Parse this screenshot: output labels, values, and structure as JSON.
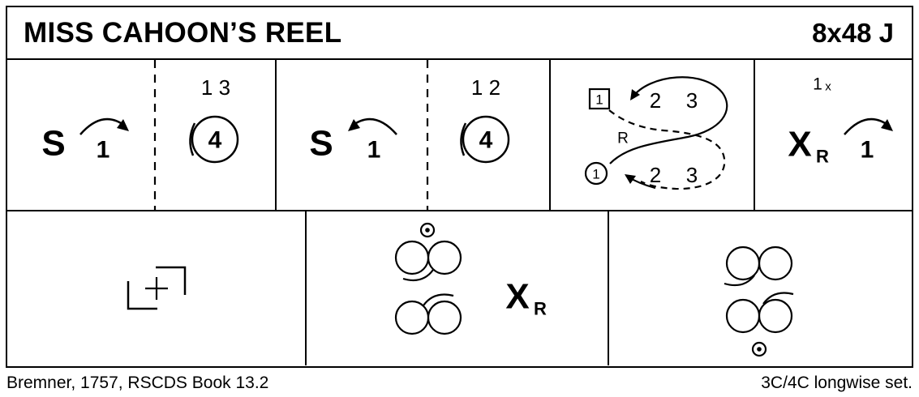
{
  "header": {
    "title": "MISS CAHOON’S REEL",
    "repeat": "8x48 J"
  },
  "bars": {
    "b1": {
      "set": "S",
      "turn_num": "1",
      "turn_icon": "turn-right-arrow",
      "with_couples": "1 3",
      "circle_num": "4",
      "circle_icon": "circle-hands-round"
    },
    "b2": {
      "set": "S",
      "turn_num": "1",
      "turn_icon": "turn-left-arrow",
      "with_couples": "1 2",
      "circle_num": "4",
      "circle_icon": "circle-hands-round"
    },
    "b3": {
      "man": "1",
      "woman": "1",
      "reel": "R",
      "top_dancers": [
        "2",
        "3"
      ],
      "bottom_dancers": [
        "2",
        "3"
      ],
      "icon": "serpentine-reel-path"
    },
    "b4": {
      "couples_num": "1",
      "crossed_mark": "x",
      "cross": "X",
      "cross_hand": "R",
      "turn_num": "1",
      "turn_icon": "turn-right-arrow"
    },
    "b5": {
      "icon": "rights-and-lefts"
    },
    "b6": {
      "icon": "allemande-couples",
      "marker": "top-of-set-marker",
      "cross": "X",
      "cross_hand": "R"
    },
    "b7": {
      "icon": "allemande-couples",
      "marker": "top-of-set-marker"
    }
  },
  "footer": {
    "source": "Bremner, 1757, RSCDS Book 13.2",
    "set_type": "3C/4C longwise set."
  }
}
